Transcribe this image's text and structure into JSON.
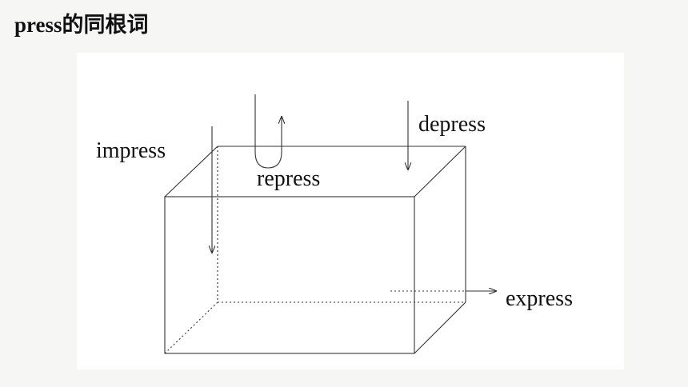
{
  "page": {
    "title": "press的同根词"
  },
  "diagram": {
    "labels": {
      "impress": "impress",
      "repress": "repress",
      "depress": "depress",
      "express": "express"
    },
    "colors": {
      "line": "#333333",
      "text": "#111111"
    }
  }
}
